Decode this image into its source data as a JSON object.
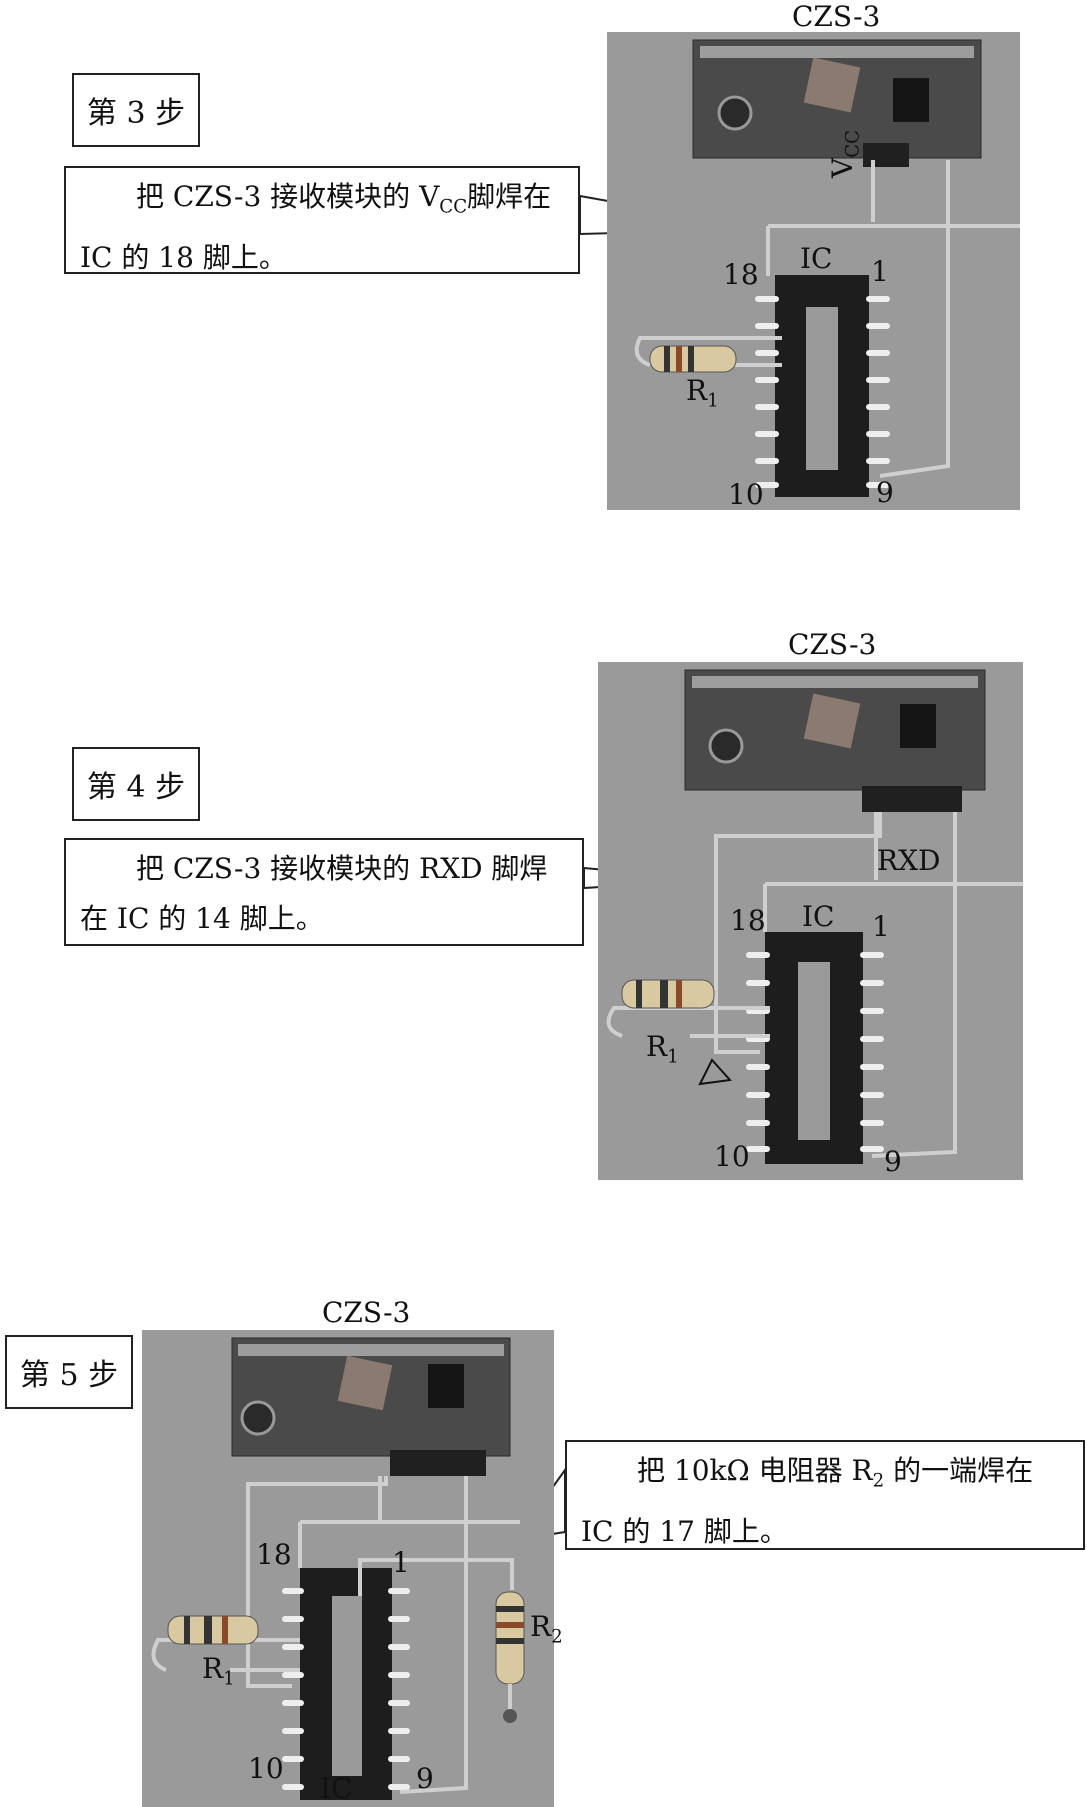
{
  "steps": [
    {
      "step_label": "第 3 步",
      "module_label": "CZS-3",
      "instruction_line1": "把 CZS-3 接收模块的 V",
      "instruction_sub": "CC",
      "instruction_line1_end": "脚焊在",
      "instruction_line2": "IC 的 18 脚上。",
      "pin_label": "V",
      "pin_label_sub": "CC",
      "ic_label": "IC",
      "resistor_label": "R",
      "resistor_sub": "1",
      "pins": {
        "top_left": "18",
        "top_right": "1",
        "bottom_left": "10",
        "bottom_right": "9"
      }
    },
    {
      "step_label": "第 4 步",
      "module_label": "CZS-3",
      "instruction_line1": "把 CZS-3 接收模块的 RXD 脚焊",
      "instruction_line2": "在 IC 的 14 脚上。",
      "pin_label": "RXD",
      "ic_label": "IC",
      "resistor_label": "R",
      "resistor_sub": "1",
      "pins": {
        "top_left": "18",
        "top_right": "1",
        "bottom_left": "10",
        "bottom_right": "9"
      }
    },
    {
      "step_label": "第 5 步",
      "module_label": "CZS-3",
      "instruction_line1": "把 10kΩ 电阻器 R",
      "instruction_sub": "2",
      "instruction_line1_end": " 的一端焊在",
      "instruction_line2": "IC 的 17 脚上。",
      "ic_label": "IC",
      "resistor_label": "R",
      "resistor_sub": "1",
      "resistor2_label": "R",
      "resistor2_sub": "2",
      "pins": {
        "top_left": "18",
        "top_right": "1",
        "bottom_left": "10",
        "bottom_right": "9"
      }
    }
  ]
}
